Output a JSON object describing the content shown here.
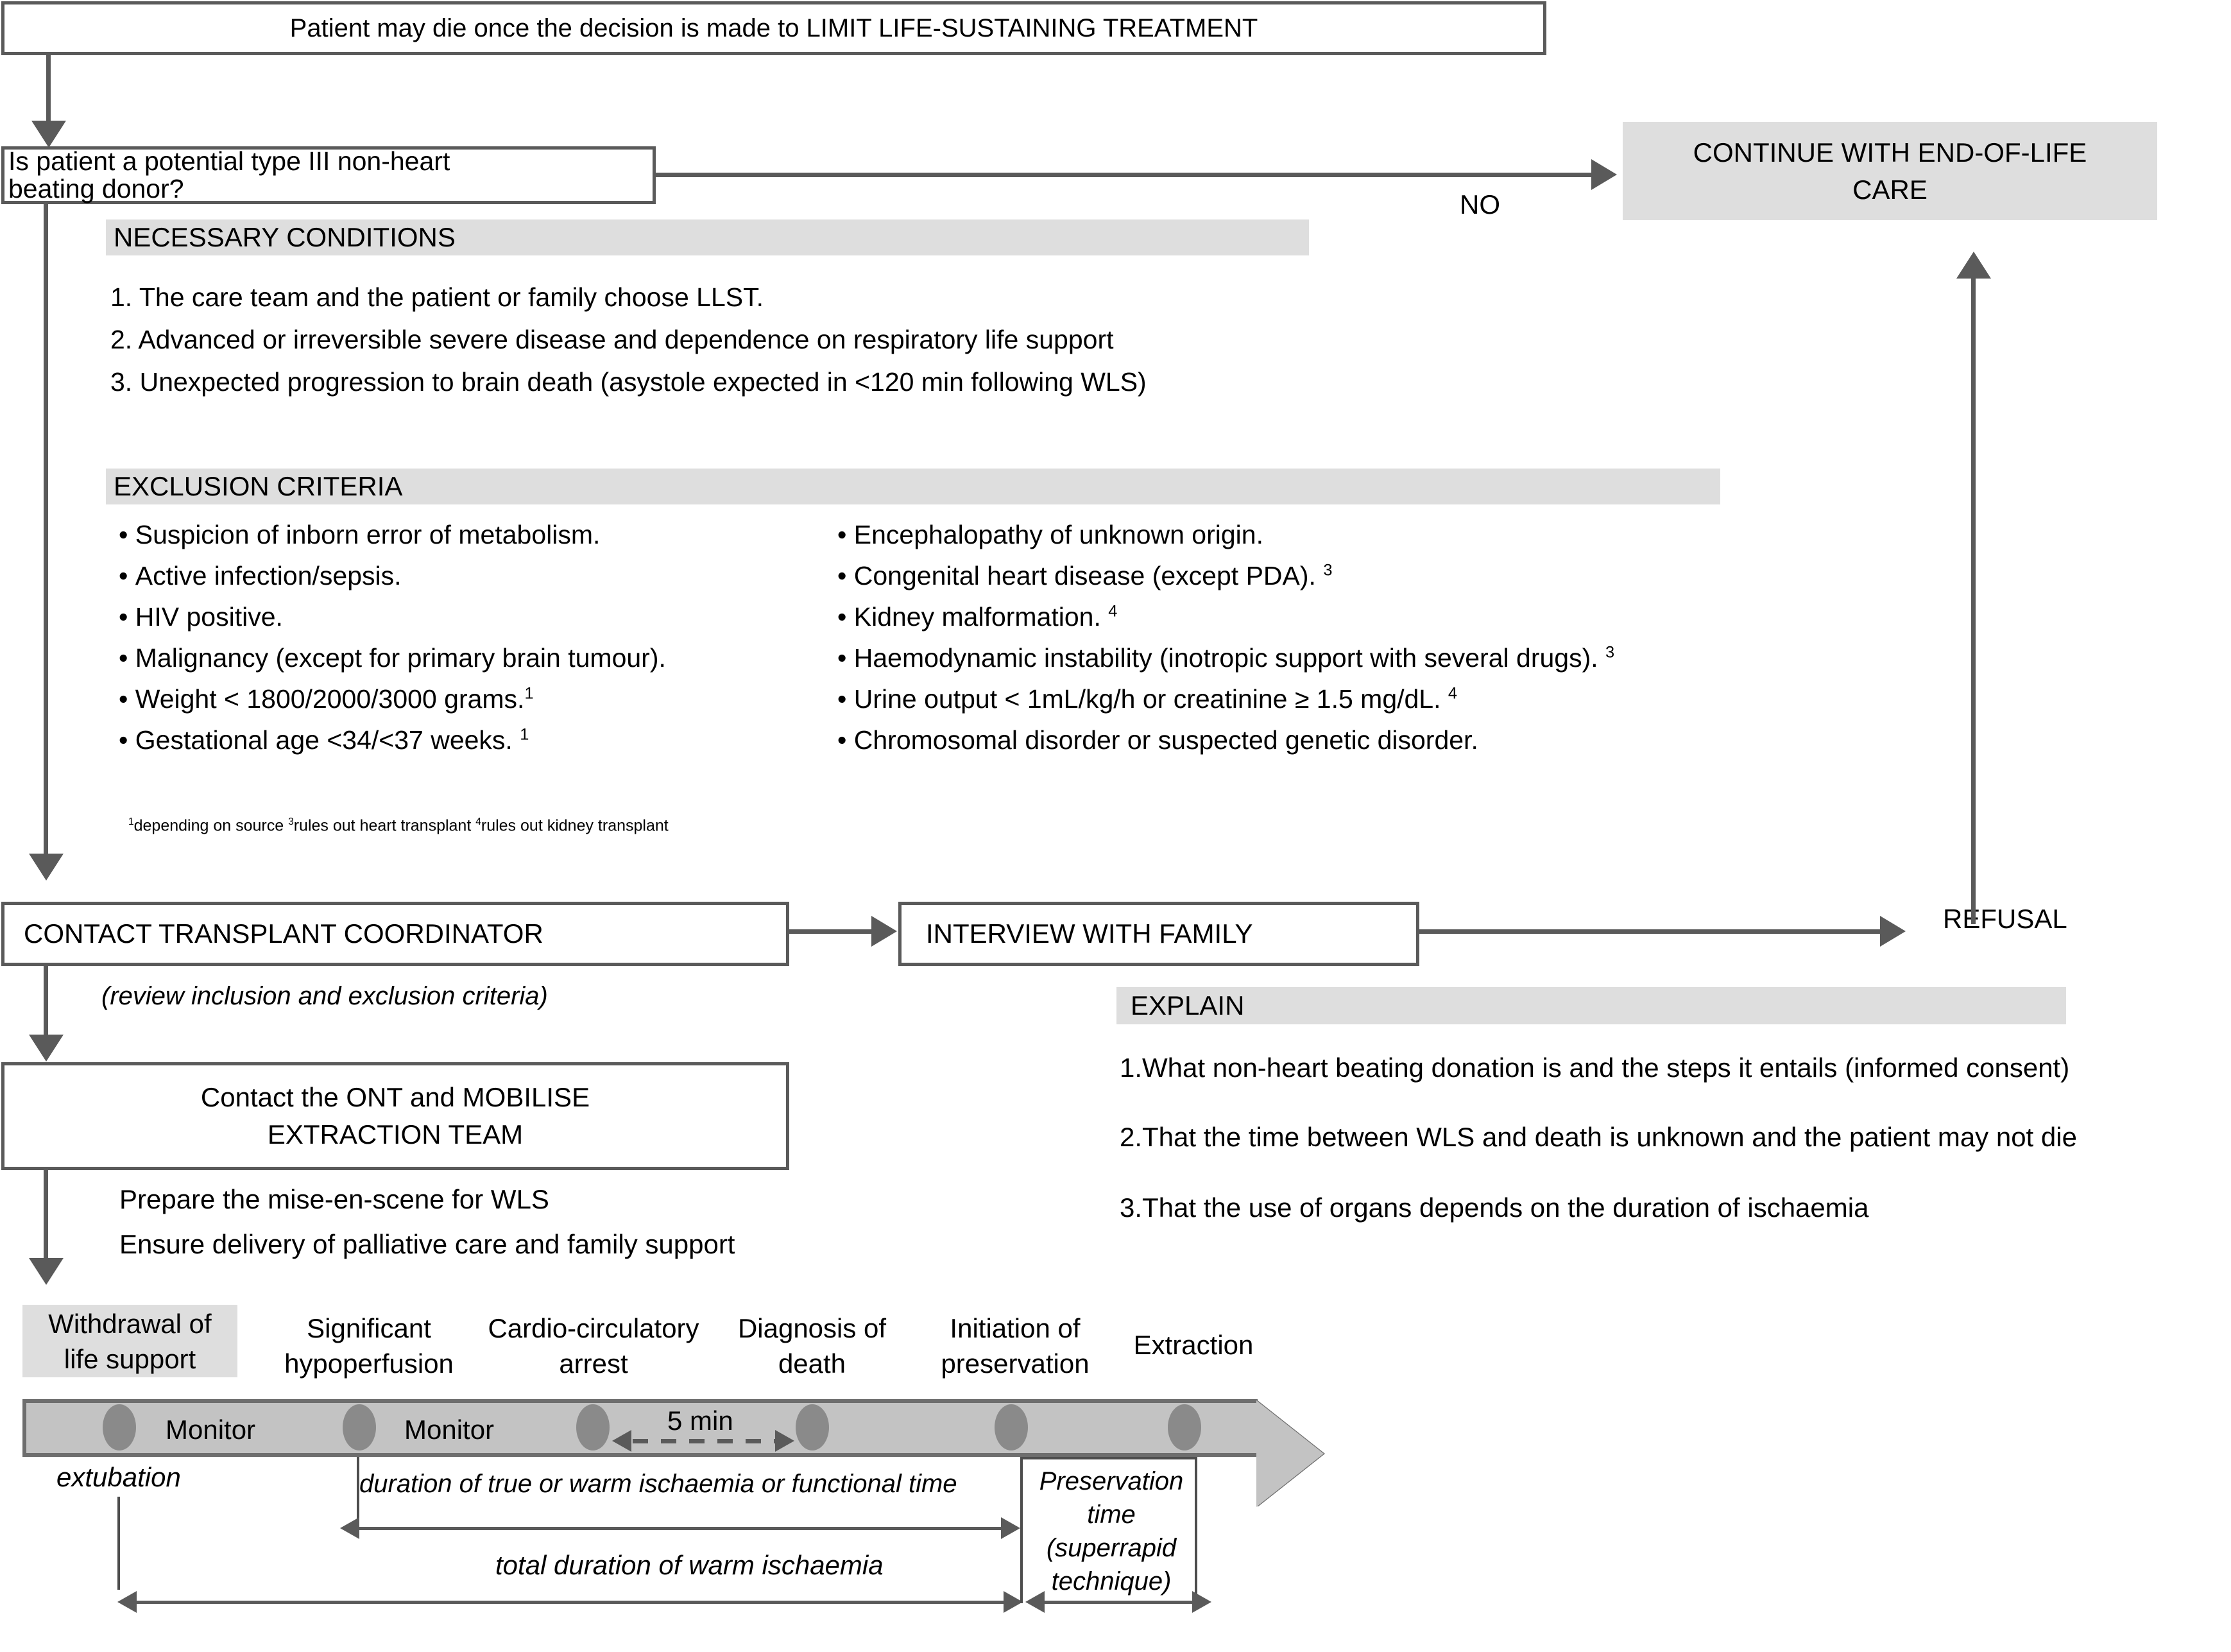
{
  "diagram": {
    "title_banner": "Patient may die once the decision is made to LIMIT LIFE-SUSTAINING TREATMENT",
    "decision": "Is patient a potential type III non-heart\nbeating donor?",
    "no_label": "NO",
    "refusal_label": "REFUSAL",
    "end_of_life": "CONTINUE WITH END-OF-LIFE\nCARE"
  },
  "necessary": {
    "heading": "NECESSARY CONDITIONS",
    "items": [
      "1. The care team and the patient or family choose LLST.",
      "2. Advanced or irreversible severe disease and dependence on respiratory life support",
      "3. Unexpected progression to brain death (asystole expected in <120 min following WLS)"
    ]
  },
  "exclusion": {
    "heading": "EXCLUSION CRITERIA",
    "left": [
      {
        "text": "Suspicion of inborn error of metabolism.",
        "note": ""
      },
      {
        "text": "Active infection/sepsis.",
        "note": ""
      },
      {
        "text": "HIV positive.",
        "note": ""
      },
      {
        "text": "Malignancy (except for primary brain tumour).",
        "note": ""
      },
      {
        "text": "Weight < 1800/2000/3000 grams.",
        "note": "1"
      },
      {
        "text": "Gestational age <34/<37 weeks.",
        "note": "1"
      }
    ],
    "right": [
      {
        "text": "Encephalopathy of unknown origin.",
        "note": ""
      },
      {
        "text": "Congenital heart disease (except PDA).",
        "note": "3"
      },
      {
        "text": "Kidney malformation.",
        "note": "4"
      },
      {
        "text": "Haemodynamic instability (inotropic support with several drugs).",
        "note": "3"
      },
      {
        "text": "Urine output < 1mL/kg/h or creatinine ≥ 1.5 mg/dL.",
        "note": "4"
      },
      {
        "text": "Chromosomal disorder or suspected genetic disorder.",
        "note": ""
      }
    ],
    "footnotes": [
      {
        "marker": "1",
        "text": "depending on source"
      },
      {
        "marker": "3",
        "text": "rules out heart transplant"
      },
      {
        "marker": "4",
        "text": "rules out kidney transplant"
      }
    ]
  },
  "process": {
    "coordinator_box": "CONTACT TRANSPLANT COORDINATOR",
    "coordinator_note": "(review inclusion and exclusion criteria)",
    "interview_box": "INTERVIEW WITH FAMILY",
    "mobilise_box": "Contact the ONT and MOBILISE\nEXTRACTION TEAM",
    "mobilise_notes": [
      "Prepare the mise-en-scene for WLS",
      "Ensure delivery of palliative care and family support"
    ]
  },
  "explain": {
    "heading": "EXPLAIN",
    "items": [
      "1.What non-heart beating donation is and the steps it entails (informed consent)",
      "2.That the time between WLS and death is unknown and the patient may not die",
      "3.That the use of organs depends on the duration of ischaemia"
    ]
  },
  "timeline": {
    "stages": [
      "Withdrawal of\nlife support",
      "Significant\nhypoperfusion",
      "Cardio-circulatory\narrest",
      "Diagnosis of\ndeath",
      "Initiation of\npreservation",
      "Extraction"
    ],
    "inline_labels": [
      "Monitor",
      "Monitor"
    ],
    "interval_label": "5 min",
    "extubation_label": "extubation",
    "measure_functional": "duration of true or warm ischaemia or functional time",
    "measure_total": "total duration of warm ischaemia",
    "measure_preservation": "Preservation\ntime\n(superrapid\ntechnique)"
  },
  "colors": {
    "box_border": "#5a5a5a",
    "band_fill": "#dedede",
    "timeline_fill": "#c3c3c3",
    "marker_fill": "#8a8a8a",
    "connector": "#5a5a5a"
  }
}
